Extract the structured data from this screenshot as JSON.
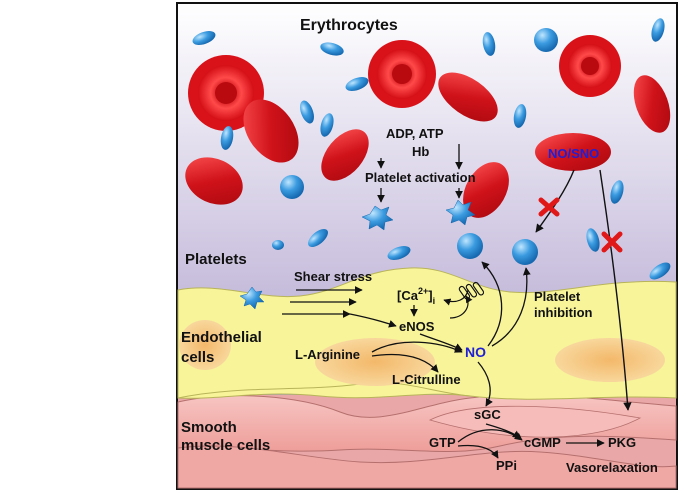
{
  "title": "Erythrocytes",
  "labels": {
    "platelets": "Platelets",
    "endothelial_cells": [
      "Endothelial",
      "cells"
    ],
    "smooth_muscle_cells": [
      "Smooth",
      "muscle cells"
    ],
    "adp_atp": "ADP, ATP",
    "hb": "Hb",
    "platelet_activation": "Platelet activation",
    "no_sno": "NO/SNO",
    "shear_stress": "Shear stress",
    "ca": "[Ca",
    "ca_sup": "2+",
    "ca_close": "]",
    "ca_sub": "i",
    "enos": "eNOS",
    "l_arginine": "L-Arginine",
    "no": "NO",
    "l_citrulline": "L-Citrulline",
    "platelet_inhibition": [
      "Platelet",
      "inhibition"
    ],
    "sgc": "sGC",
    "gtp": "GTP",
    "cgmp": "cGMP",
    "ppi": "PPi",
    "pkg": "PKG",
    "vasorelaxation": "Vasorelaxation"
  },
  "colors": {
    "background_gradient": [
      "#ffffff",
      "#9c8fbd"
    ],
    "erythrocyte": "#e0141c",
    "platelet": "#2e8fd8",
    "endothelium": "#f7f49a",
    "nucleus": "#f4c07a",
    "smooth_muscle": "#f2aaa7",
    "highlight_text": "#1f1fd6",
    "inhibit_cross": "#e01818"
  }
}
